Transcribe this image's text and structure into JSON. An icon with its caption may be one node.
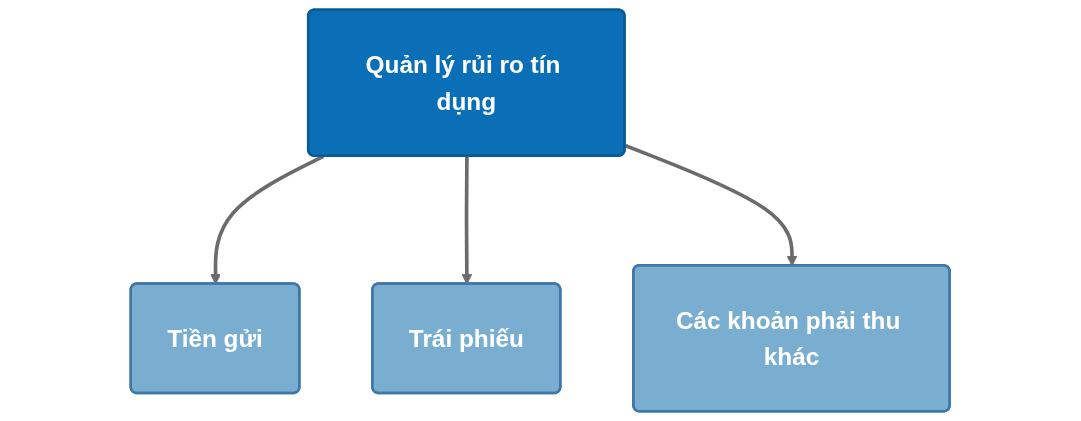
{
  "diagram": {
    "nodes": [
      {
        "text": [
          "Quản lý rủi ro tín dụng"
        ]
      },
      {
        "text": [
          "Tiền gửi"
        ]
      },
      {
        "text": [
          "Trái phiếu"
        ]
      },
      {
        "text": [
          "Các khoản phải thu khác"
        ]
      }
    ],
    "edges": [
      {
        "from": 0,
        "to": 1,
        "arrow": "to"
      },
      {
        "from": 0,
        "to": 2,
        "arrow": "to"
      },
      {
        "from": 0,
        "to": 3,
        "arrow": "to"
      }
    ]
  }
}
